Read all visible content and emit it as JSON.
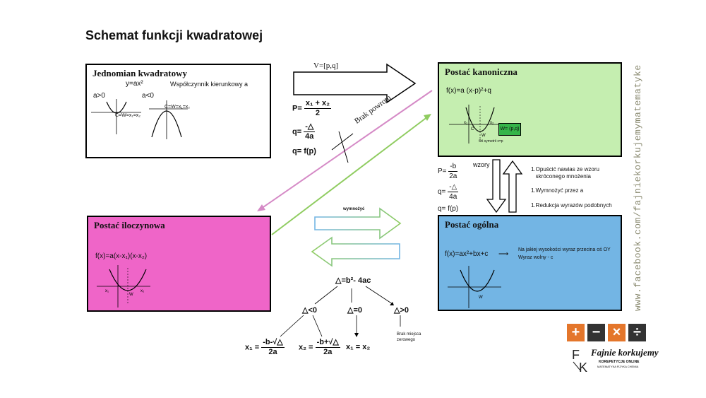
{
  "title": "Schemat funkcji kwadratowej",
  "colors": {
    "kanoniczna": "#c5eeb0",
    "iloczynowa": "#ef65c8",
    "ogolna": "#73b5e4",
    "accent_orange": "#e4762b",
    "arrow_pink": "#d58ac6",
    "arrow_green": "#8fcc60"
  },
  "jednomian": {
    "title": "Jednomian kwadratowy",
    "formula": "y=ax²",
    "coef": "Współczynnik kierunkowy a",
    "a_pos": "a>0",
    "a_neg": "a<0",
    "vertex_pos": "C=W=x₁=x₂",
    "vertex_neg": "C=W=x₁=x₂"
  },
  "transition": {
    "v_label": "V=[p,q]",
    "p_label": "P=",
    "p_num": "x₁ + x₂",
    "p_den": "2",
    "q_label": "q=",
    "q_num": "-△",
    "q_den": "4a",
    "q2": "q= f(p)",
    "brak_powrotu": "Brak powrotu"
  },
  "kanoniczna": {
    "title": "Postać kanoniczna",
    "formula": "f(x)=a (x-p)²+q",
    "w_badge": "W= (p,q)",
    "axis_note": "Oś symetrii x=p",
    "graph_x1": "x₁",
    "graph_x2": "x₂",
    "graph_c": "C",
    "graph_w": "W"
  },
  "wzory": {
    "label": "wzory",
    "p_label": "P=",
    "p_num": "-b",
    "p_den": "2a",
    "q_label": "q=",
    "q_num": "-△",
    "q_den": "4a",
    "q2": "q= f(p)",
    "steps": [
      "1.Opuścić nawias ze wzoru\n   skróconego mnożenia",
      "1.Wymnożyć przez a",
      "1.Redukcja wyrazów podobnych"
    ]
  },
  "iloczynowa": {
    "title": "Postać iloczynowa",
    "formula": "f(x)=a(x-x₁)(x-x₂)",
    "graph_x1": "x₁",
    "graph_x2": "x₂",
    "graph_w": "W"
  },
  "wymnozyc": "wymnożyć",
  "ogolna": {
    "title": "Postać ogólna",
    "formula": "f(x)=ax²+bx+c",
    "arrow": "⟶",
    "note1": "Na jakiej wysokości wyraz przecina oś OY",
    "note2": "Wyraz wolny - c",
    "graph_w": "W"
  },
  "delta": {
    "main": "△=b²- 4ac",
    "lt": "△<0",
    "eq": "△=0",
    "gt": "△>0",
    "x1_label": "x₁ =",
    "x1_num": "-b-√△",
    "x1_den": "2a",
    "x2_label": "x₂ =",
    "x2_num": "-b+√△",
    "x2_den": "2a",
    "eq_result": "x₁ = x₂",
    "gt_note": "Brak miejsca zerowego"
  },
  "logo": {
    "ops": [
      "+",
      "−",
      "×",
      "÷"
    ],
    "brand": "Fajnie korkujemy",
    "tagline": "KOREPETYCJE ONLINE",
    "tagline2": "MATEMATYKA  FIZYKA  CHEMIA"
  },
  "watermark": "www.facebook.com/fajniekorkujemymatematyke"
}
